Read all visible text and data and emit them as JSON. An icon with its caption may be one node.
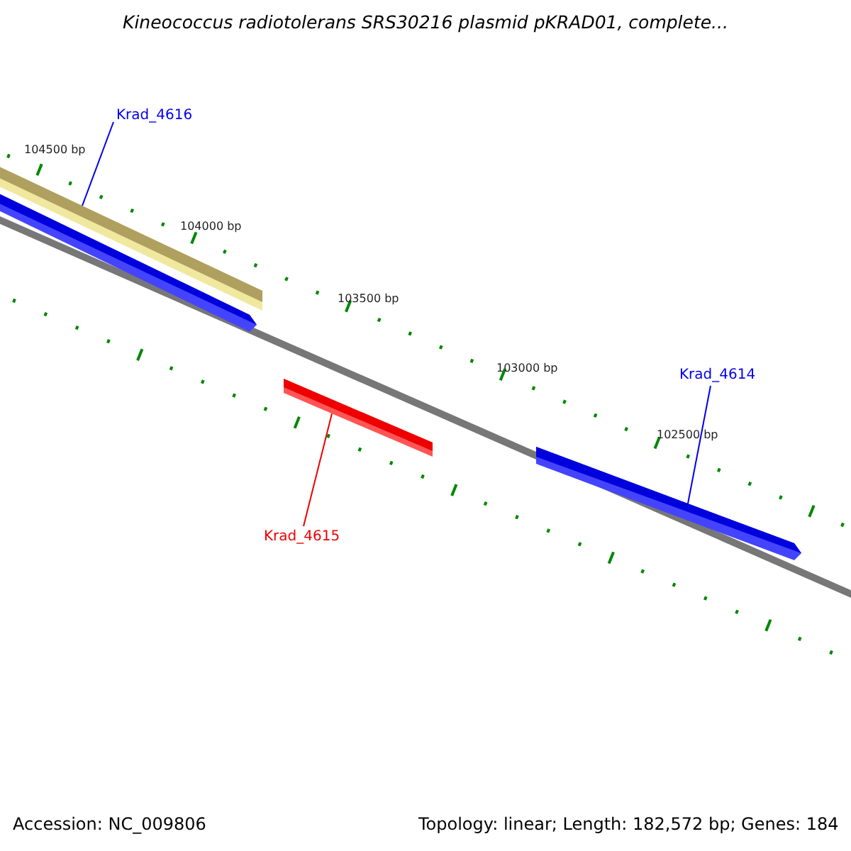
{
  "diagram": {
    "title": "Kineococcus radiotolerans SRS30216 plasmid pKRAD01, complete...",
    "nodes": [
      {
        "text": [
          "Krad_4616"
        ]
      },
      {
        "text": [],
        "shape": "bar"
      },
      {
        "text": [],
        "shape": "bar"
      },
      {
        "text": [
          "Krad_4614"
        ]
      },
      {
        "text": [],
        "shape": "bar"
      },
      {
        "text": [],
        "shape": "bar"
      },
      {
        "text": [
          "Krad_4615"
        ]
      }
    ],
    "edges": [
      {
        "from": 0,
        "to": 1,
        "arrow": "none"
      },
      {
        "from": 3,
        "to": 5,
        "arrow": "none"
      },
      {
        "from": 6,
        "to": 4,
        "arrow": "none",
        "color": "#ee0000"
      }
    ],
    "labels": [
      "104500 bp",
      "104000 bp",
      "103500 bp",
      "103000 bp",
      "102500 bp",
      "Accession: NC_009806",
      "Topology: linear; Length: 182,572 bp; Genes: 184"
    ]
  }
}
